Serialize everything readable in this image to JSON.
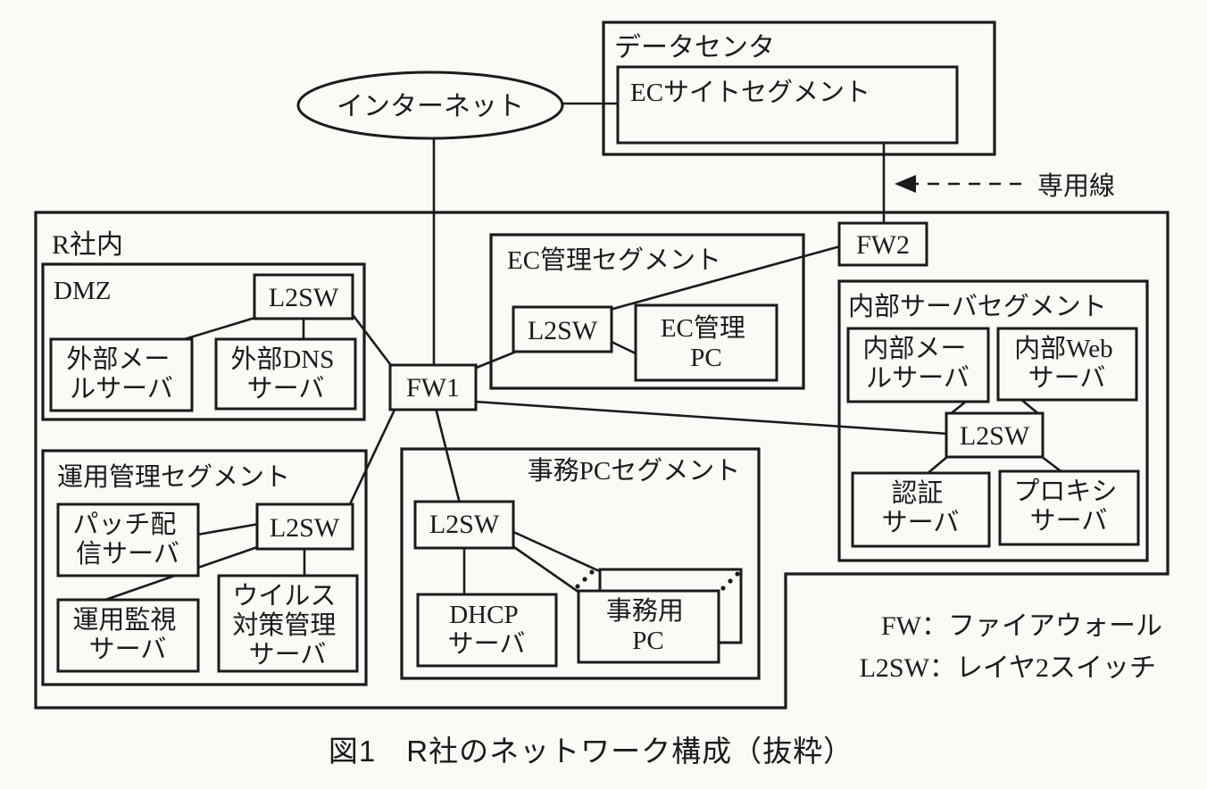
{
  "figure": {
    "internet_label": "インターネット",
    "datacenter": {
      "label": "データセンタ",
      "ec_site_segment": "ECサイトセグメント"
    },
    "dedicated_line_label": "専用線",
    "company_label": "R社内",
    "devices": {
      "fw1": "FW1",
      "fw2": "FW2",
      "l2sw": "L2SW"
    },
    "dmz": {
      "label": "DMZ",
      "ext_mail": [
        "外部メー",
        "ルサーバ"
      ],
      "ext_dns": [
        "外部DNS",
        "サーバ"
      ]
    },
    "ec_mgmt": {
      "label": "EC管理セグメント",
      "ec_pc": [
        "EC管理",
        "PC"
      ]
    },
    "internal": {
      "label": "内部サーバセグメント",
      "mail": [
        "内部メー",
        "ルサーバ"
      ],
      "web": [
        "内部Web",
        "サーバ"
      ],
      "auth": [
        "認証",
        "サーバ"
      ],
      "proxy": [
        "プロキシ",
        "サーバ"
      ]
    },
    "ops": {
      "label": "運用管理セグメント",
      "patch": [
        "パッチ配",
        "信サーバ"
      ],
      "monitor": [
        "運用監視",
        "サーバ"
      ],
      "antivirus": [
        "ウイルス",
        "対策管理",
        "サーバ"
      ]
    },
    "office": {
      "label": "事務PCセグメント",
      "dhcp": [
        "DHCP",
        "サーバ"
      ],
      "office_pc": [
        "事務用",
        "PC"
      ]
    },
    "legend": {
      "fw": "FW：ファイアウォール",
      "l2sw": "L2SW：レイヤ2スイッチ"
    },
    "caption": "図1　R社のネットワーク構成（抜粋）"
  }
}
